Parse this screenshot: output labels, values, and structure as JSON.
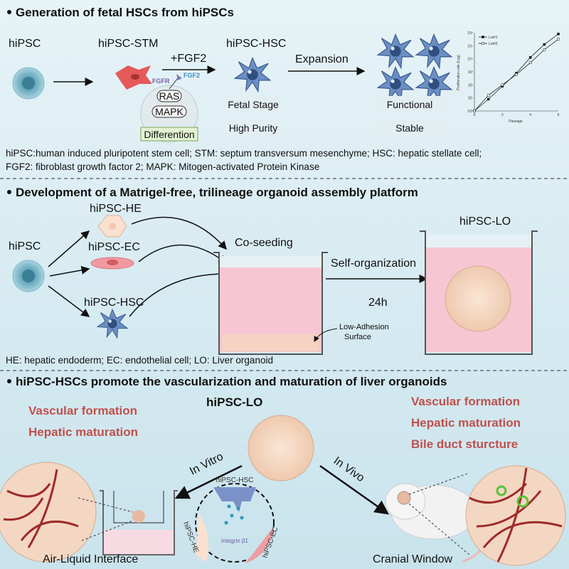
{
  "section1": {
    "title": "Generation of fetal HSCs from hiPSCs",
    "hipsc": "hiPSC",
    "stm": "hiPSC-STM",
    "fgf2_step": "+FGF2",
    "hsc": "hiPSC-HSC",
    "expansion": "Expansion",
    "fgfr": "FGFR",
    "fgf2": "FGF2",
    "ras": "RAS",
    "mapk": "MAPK",
    "differention": "Differention",
    "fetal_stage": "Fetal Stage",
    "high_purity": "High Purity",
    "functional": "Functional",
    "stable": "Stable",
    "footnote1": "hiPSC:human induced pluripotent stem cell;  STM: septum transversum mesenchyme;  HSC: hepatic stellate cell;",
    "footnote2": "FGF2: fibroblast growth factor 2;  MAPK: Mitogen-activated Protein Kinase"
  },
  "chart_data": {
    "type": "line",
    "xlabel": "Passage",
    "ylabel": "Proliferation rate (Log)",
    "x_ticks": [
      "0",
      "2",
      "4",
      "6"
    ],
    "y_ticks": [
      "10⁰",
      "10¹",
      "10²",
      "10³",
      "10⁴",
      "10⁵",
      "10⁶"
    ],
    "xlim": [
      0,
      6
    ],
    "ylim": [
      0,
      6
    ],
    "y_scale": "log",
    "legend_position": "top-left",
    "series": [
      {
        "name": "Lot#1",
        "marker": "filled-square",
        "x": [
          0,
          1,
          2,
          3,
          4,
          5,
          6
        ],
        "y": [
          0,
          0.9,
          1.9,
          2.9,
          4.1,
          5.1,
          5.9
        ]
      },
      {
        "name": "Lot#2",
        "marker": "open-square",
        "x": [
          0,
          1,
          2,
          3,
          4,
          5,
          6
        ],
        "y": [
          0,
          1.2,
          2.0,
          2.8,
          3.7,
          4.7,
          5.5
        ]
      }
    ]
  },
  "section2": {
    "title": "Development of a Matrigel-free, trilineage organoid assembly platform",
    "hipsc": "hiPSC",
    "he": "hiPSC-HE",
    "ec": "hiPSC-EC",
    "hsc": "hiPSC-HSC",
    "coseeding": "Co-seeding",
    "self_org": "Self-organization",
    "time": "24h",
    "low_adhesion_1": "Low-Adhesion",
    "low_adhesion_2": "Surface",
    "lo": "hiPSC-LO",
    "footnote": "HE: hepatic endoderm;  EC: endothelial cell;  LO: Liver organoid"
  },
  "section3": {
    "title": "hiPSC-HSCs promote the vascularization and maturation of liver organoids",
    "lo": "hiPSC-LO",
    "left_1": "Vascular formation",
    "left_2": "Hepatic maturation",
    "right_1": "Vascular formation",
    "right_2": "Hepatic maturation",
    "right_3": "Bile duct sturcture",
    "in_vitro": "In Vitro",
    "in_vivo": "In Vivo",
    "inset_hsc": "hiPSC-HSC",
    "inset_he": "hiPSC-HE",
    "inset_ec": "hiPSC-EC",
    "integrin": "Integrin β1",
    "ali": "Air-Liquid Interface",
    "cranial": "Cranial Window"
  },
  "colors": {
    "accent_red": "#c0504d",
    "hsc_blue": "#4a6fa5",
    "media_pink": "#f7c6d3",
    "background": "#d7ebf2"
  }
}
